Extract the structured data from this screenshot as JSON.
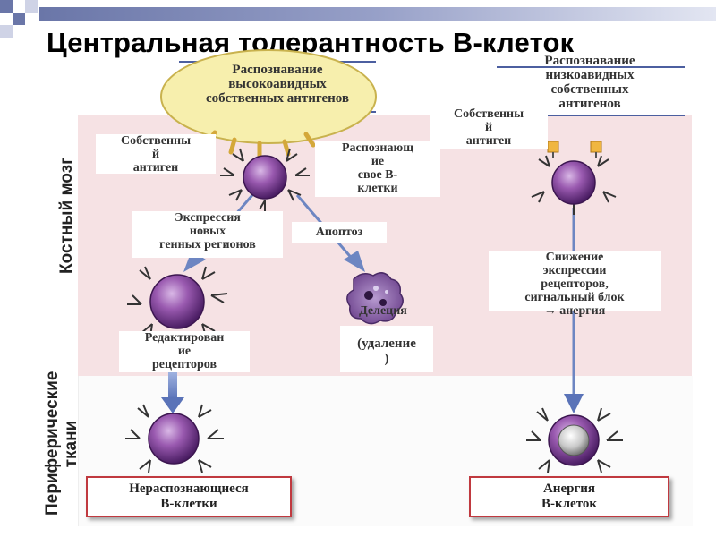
{
  "title": "Центральная толерантность В-клеток",
  "zones": {
    "bone_marrow": "Костный мозг",
    "peripheral": "Периферические\nткани"
  },
  "labels": {
    "high_avidity": "Распознавание\nвысокоавидных\nсобственных антигенов",
    "low_avidity": "Распознавание\nнизкоавидных\nсобственных\nантигенов",
    "self_antigen_left": "Собственны\nй\nантиген",
    "self_antigen_right": "Собственны\nй\nантиген",
    "recognizing": "Распознающ\nие\nсвое В-\nклетки",
    "expression": "Экспрессия\nновых\nгенных регионов",
    "apoptosis": "Апоптоз",
    "reduction": "Снижение\nэкспрессии\nрецепторов,\nсигнальный блок\n→ анергия",
    "editing": "Редактирован\nие\nрецепторов",
    "deletion": "Делеция",
    "removal": "(удаление\n)"
  },
  "outcomes": {
    "non_recognizing": "Нераспознающиеся\nВ-клетки",
    "anergy": "Анергия\nВ-клеток"
  },
  "colors": {
    "panel": "#f6e2e4",
    "cell": "#7a3f8f",
    "arrow": "#6d86c2",
    "outcome_border": "#c0393f",
    "antigen_cell": "#f7efad"
  }
}
